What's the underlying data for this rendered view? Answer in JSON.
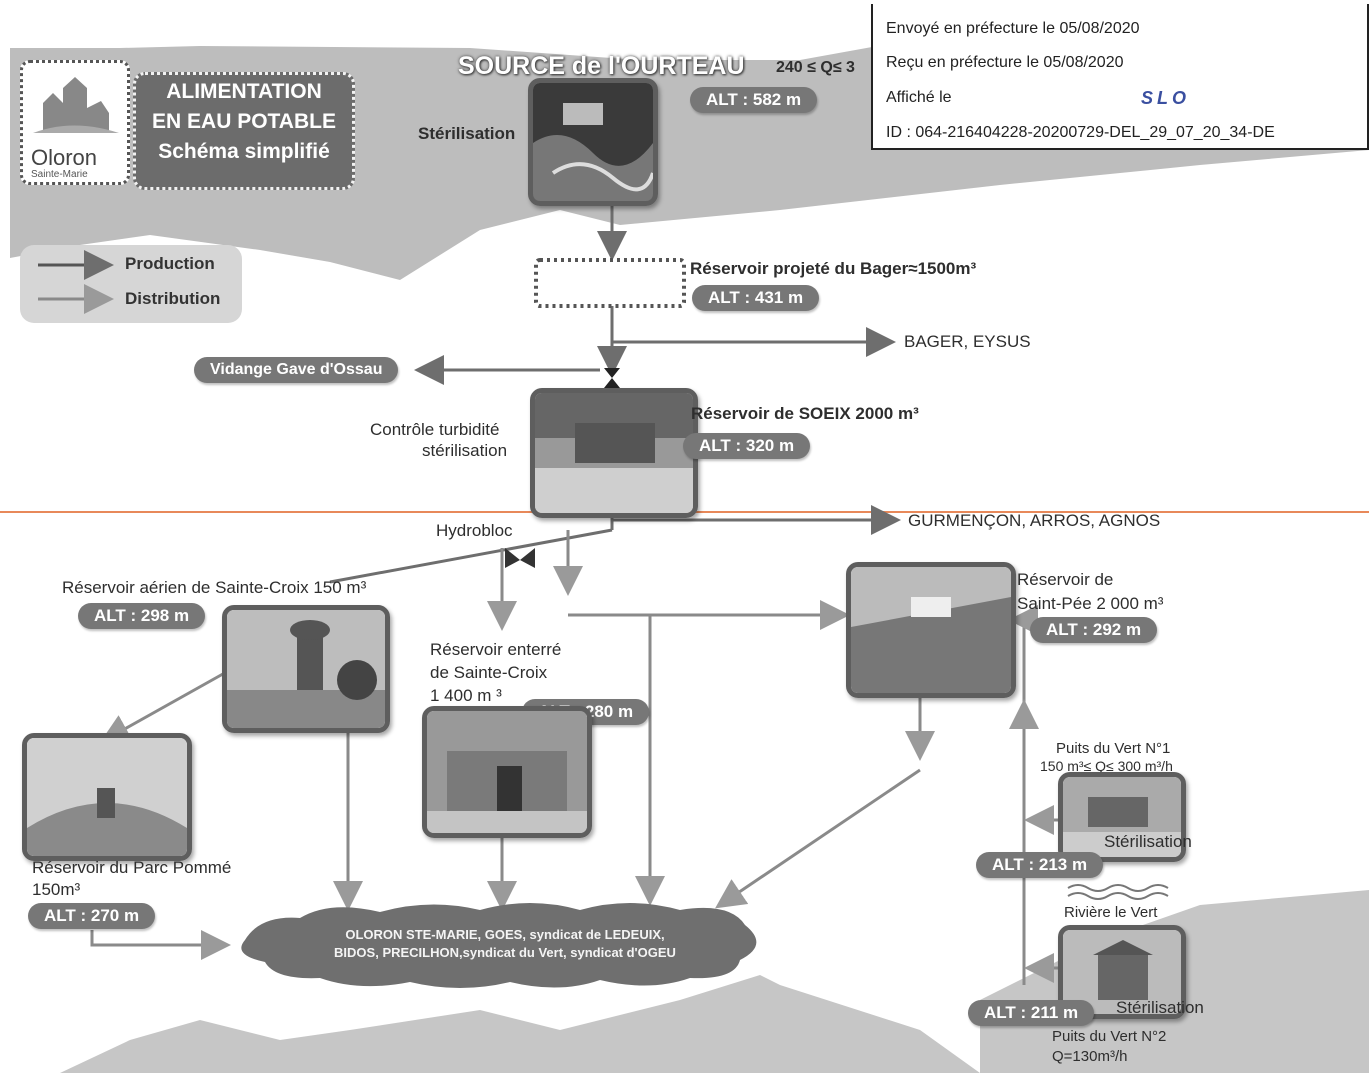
{
  "stamp": {
    "line1": "Envoyé en préfecture le 05/08/2020",
    "line2": "Reçu en préfecture le 05/08/2020",
    "line3": "Affiché le",
    "line4": "ID : 064-216404228-20200729-DEL_29_07_20_34-DE",
    "logo": "SLO"
  },
  "logo": {
    "line1": "Oloron",
    "line2": "Sainte-Marie"
  },
  "title": {
    "line1": "ALIMENTATION",
    "line2": "EN EAU POTABLE",
    "line3": "Schéma simplifié"
  },
  "legend": {
    "production": "Production",
    "distribution": "Distribution"
  },
  "source": {
    "name": "SOURCE de l'OURTEAU",
    "flow": "240 ≤ Q≤ 3",
    "alt": "ALT : 582 m",
    "treatment": "Stérilisation"
  },
  "bager": {
    "name": "Réservoir projeté du Bager≈1500m³",
    "alt": "ALT : 431 m"
  },
  "bager_eysus": "BAGER, EYSUS",
  "vidange": "Vidange Gave d'Ossau",
  "soeix": {
    "name": "Réservoir de SOEIX 2000 m³",
    "alt": "ALT : 320 m",
    "treatment1": "Contrôle turbidité",
    "treatment2": "stérilisation"
  },
  "gurmencon": "GURMENÇON, ARROS, AGNOS",
  "hydrobloc": "Hydrobloc",
  "sainte_croix_aerien": {
    "name": "Réservoir aérien de Sainte-Croix 150 m³",
    "alt": "ALT : 298 m"
  },
  "sainte_croix_enterre": {
    "line1": "Réservoir enterré",
    "line2": "de Sainte-Croix",
    "line3": "1 400 m ³",
    "alt": "ALT : 280 m"
  },
  "saint_pee": {
    "line1": "Réservoir de",
    "line2": "Saint-Pée 2 000 m³",
    "alt": "ALT : 292 m"
  },
  "parc_pomme": {
    "line1": "Réservoir du Parc Pommé",
    "line2": "150m³",
    "alt": "ALT : 270 m"
  },
  "puits1": {
    "line1": "Puits du Vert N°1",
    "line2": "150 m³≤ Q≤ 300 m³/h",
    "treatment": "Stérilisation",
    "alt": "ALT : 213 m"
  },
  "riviere": "Rivière le Vert",
  "puits2": {
    "alt": "ALT : 211 m",
    "treatment": "Stérilisation",
    "line1": "Puits du Vert N°2",
    "line2": "Q=130m³/h"
  },
  "cloud": {
    "line1": "OLORON STE-MARIE, GOES, syndicat de LEDEUIX,",
    "line2": "BIDOS, PRECILHON,syndicat du Vert, syndicat d'OGEU"
  },
  "colors": {
    "pill": "#777777",
    "terrain": "#b9b9b9",
    "divider": "#e8895a",
    "arrow": "#8a8a8a"
  }
}
